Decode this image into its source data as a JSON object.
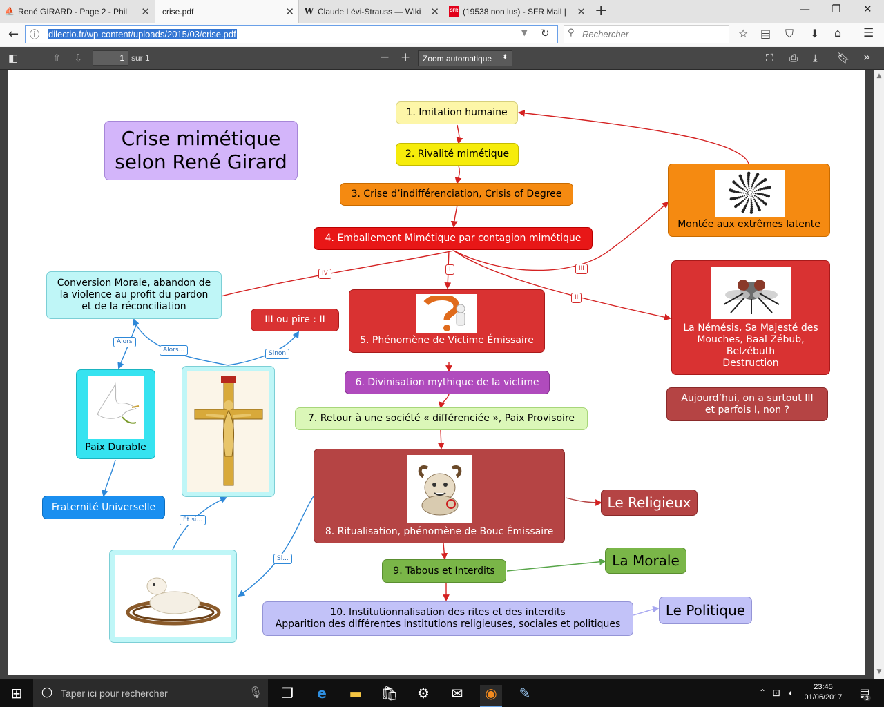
{
  "browser": {
    "tabs": [
      {
        "title": "René GIRARD - Page 2 - Phil",
        "icon": "ship-icon"
      },
      {
        "title": "crise.pdf",
        "icon": "none"
      },
      {
        "title": "Claude Lévi-Strauss — Wiki",
        "icon": "wikipedia-icon"
      },
      {
        "title": "(19538 non lus) - SFR Mail | ",
        "icon": "sfr-icon"
      }
    ],
    "url": "dilectio.fr/wp-content/uploads/2015/03/crise.pdf",
    "search_placeholder": "Rechercher"
  },
  "pdf_toolbar": {
    "page_number": "1",
    "page_count_label": "sur 1",
    "zoom": "Zoom automatique"
  },
  "mindmap": {
    "title": "Crise mimétique\nselon René Girard",
    "steps": {
      "s1": "1. Imitation humaine",
      "s2": "2. Rivalité mimétique",
      "s3": "3. Crise d’indifférenciation, Crisis of Degree",
      "s4": "4. Emballement Mimétique par contagion mimétique",
      "s5": "5. Phénomène de Victime Émissaire",
      "s6": "6. Divinisation mythique de la victime",
      "s7": "7. Retour à une société « différenciée », Paix Provisoire",
      "s8": "8. Ritualisation, phénomène de Bouc Émissaire",
      "s9": "9. Tabous et Interdits",
      "s10": "10. Institutionnalisation des rites et des interdits\nApparition des différentes institutions religieuses, sociales et politiques"
    },
    "side": {
      "montee": "Montée aux extrêmes latente",
      "nemesis": "La Némésis, Sa Majesté des\nMouches, Baal Zébub,\nBelzébuth\nDestruction",
      "aujourdhui": "Aujourd’hui, on a surtout III\net parfois I, non ?",
      "conversion": "Conversion Morale, abandon de\nla violence au profit du pardon\net de la réconciliation",
      "iii_ou_pire": "III ou pire : II",
      "paix_durable": "Paix Durable",
      "fraternite": "Fraternité Universelle",
      "religieux": "Le Religieux",
      "morale": "La Morale",
      "politique": "Le Politique"
    },
    "link_labels": {
      "iv": "IV",
      "i": "I",
      "iii": "III",
      "ii": "II",
      "alors1": "Alors",
      "alors2": "Alors...",
      "sinon": "Sinon",
      "etsi": "Et si...",
      "si": "Si..."
    },
    "colors": {
      "yellow_light": "#fdf6a8",
      "yellow": "#f6ec0b",
      "orange": "#f58a11",
      "red": "#e81717",
      "dark_red": "#d93232",
      "brick": "#b54444",
      "purple": "#b04bbd",
      "light_green": "#dbf7b8",
      "green": "#7ab648",
      "lavender": "#cfb3f7",
      "cyan_light": "#bff6f7",
      "cyan": "#36e3f0",
      "blue": "#1a8ff0",
      "periwinkle": "#c2c2f8"
    }
  },
  "taskbar": {
    "search_placeholder": "Taper ici pour rechercher",
    "time": "23:45",
    "date": "01/06/2017",
    "notification_count": "3"
  }
}
